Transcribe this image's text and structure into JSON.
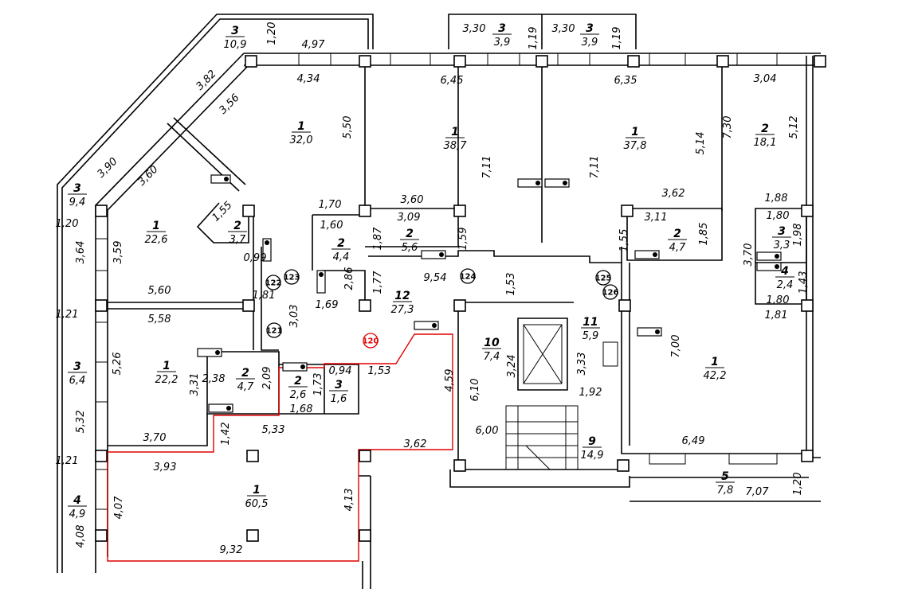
{
  "rooms": [
    {
      "num": "3",
      "area": "10,9"
    },
    {
      "num": "3",
      "area": "3,9"
    },
    {
      "num": "3",
      "area": "3,9"
    },
    {
      "num": "1",
      "area": "32,0"
    },
    {
      "num": "1",
      "area": "38,7"
    },
    {
      "num": "1",
      "area": "37,8"
    },
    {
      "num": "2",
      "area": "18,1"
    },
    {
      "num": "3",
      "area": "9,4"
    },
    {
      "num": "1",
      "area": "22,6"
    },
    {
      "num": "2",
      "area": "3,7"
    },
    {
      "num": "2",
      "area": "4,4"
    },
    {
      "num": "2",
      "area": "5,6"
    },
    {
      "num": "2",
      "area": "4,7"
    },
    {
      "num": "3",
      "area": "3,3"
    },
    {
      "num": "4",
      "area": "2,4"
    },
    {
      "num": "12",
      "area": "27,3"
    },
    {
      "num": "1",
      "area": "22,2"
    },
    {
      "num": "2",
      "area": "4,7"
    },
    {
      "num": "2",
      "area": "2,6"
    },
    {
      "num": "3",
      "area": "1,6"
    },
    {
      "num": "10",
      "area": "7,4"
    },
    {
      "num": "11",
      "area": "5,9"
    },
    {
      "num": "1",
      "area": "42,2"
    },
    {
      "num": "3",
      "area": "6,4"
    },
    {
      "num": "9",
      "area": "14,9"
    },
    {
      "num": "5",
      "area": "7,8"
    },
    {
      "num": "4",
      "area": "4,9"
    },
    {
      "num": "1",
      "area": "60,5"
    }
  ],
  "dimensions": [
    "1,20",
    "4,97",
    "3,30",
    "1,19",
    "3,30",
    "1,19",
    "4,34",
    "6,45",
    "6,35",
    "3,04",
    "3,82",
    "3,56",
    "5,50",
    "7,11",
    "7,11",
    "5,14",
    "7,30",
    "5,12",
    "3,90",
    "3,60",
    "1,70",
    "3,60",
    "3,09",
    "3,62",
    "1,88",
    "1,60",
    "1,80",
    "3,11",
    "1,20",
    "1,55",
    "3,64",
    "3,59",
    "0,99",
    "1,87",
    "1,59",
    "1,55",
    "1,85",
    "1,98",
    "3,70",
    "2,86",
    "1,43",
    "9,54",
    "1,53",
    "1,81",
    "1,77",
    "5,60",
    "1,69",
    "1,80",
    "1,81",
    "1,21",
    "5,58",
    "3,03",
    "3,24",
    "3,33",
    "7,00",
    "2,38",
    "2,09",
    "3,31",
    "5,26",
    "0,94",
    "1,53",
    "1,73",
    "4,59",
    "1,92",
    "1,68",
    "6,10",
    "5,33",
    "1,42",
    "5,32",
    "3,70",
    "6,00",
    "6,49",
    "3,62",
    "1,21",
    "3,93",
    "4,07",
    "4,13",
    "7,07",
    "1,20",
    "4,08",
    "9,32"
  ],
  "markers": [
    {
      "label": "120",
      "color": "#e00000"
    },
    {
      "label": "121",
      "color": "#000000"
    },
    {
      "label": "122",
      "color": "#000000"
    },
    {
      "label": "123",
      "color": "#000000"
    },
    {
      "label": "124",
      "color": "#000000"
    },
    {
      "label": "125",
      "color": "#000000"
    },
    {
      "label": "126",
      "color": "#000000"
    }
  ]
}
